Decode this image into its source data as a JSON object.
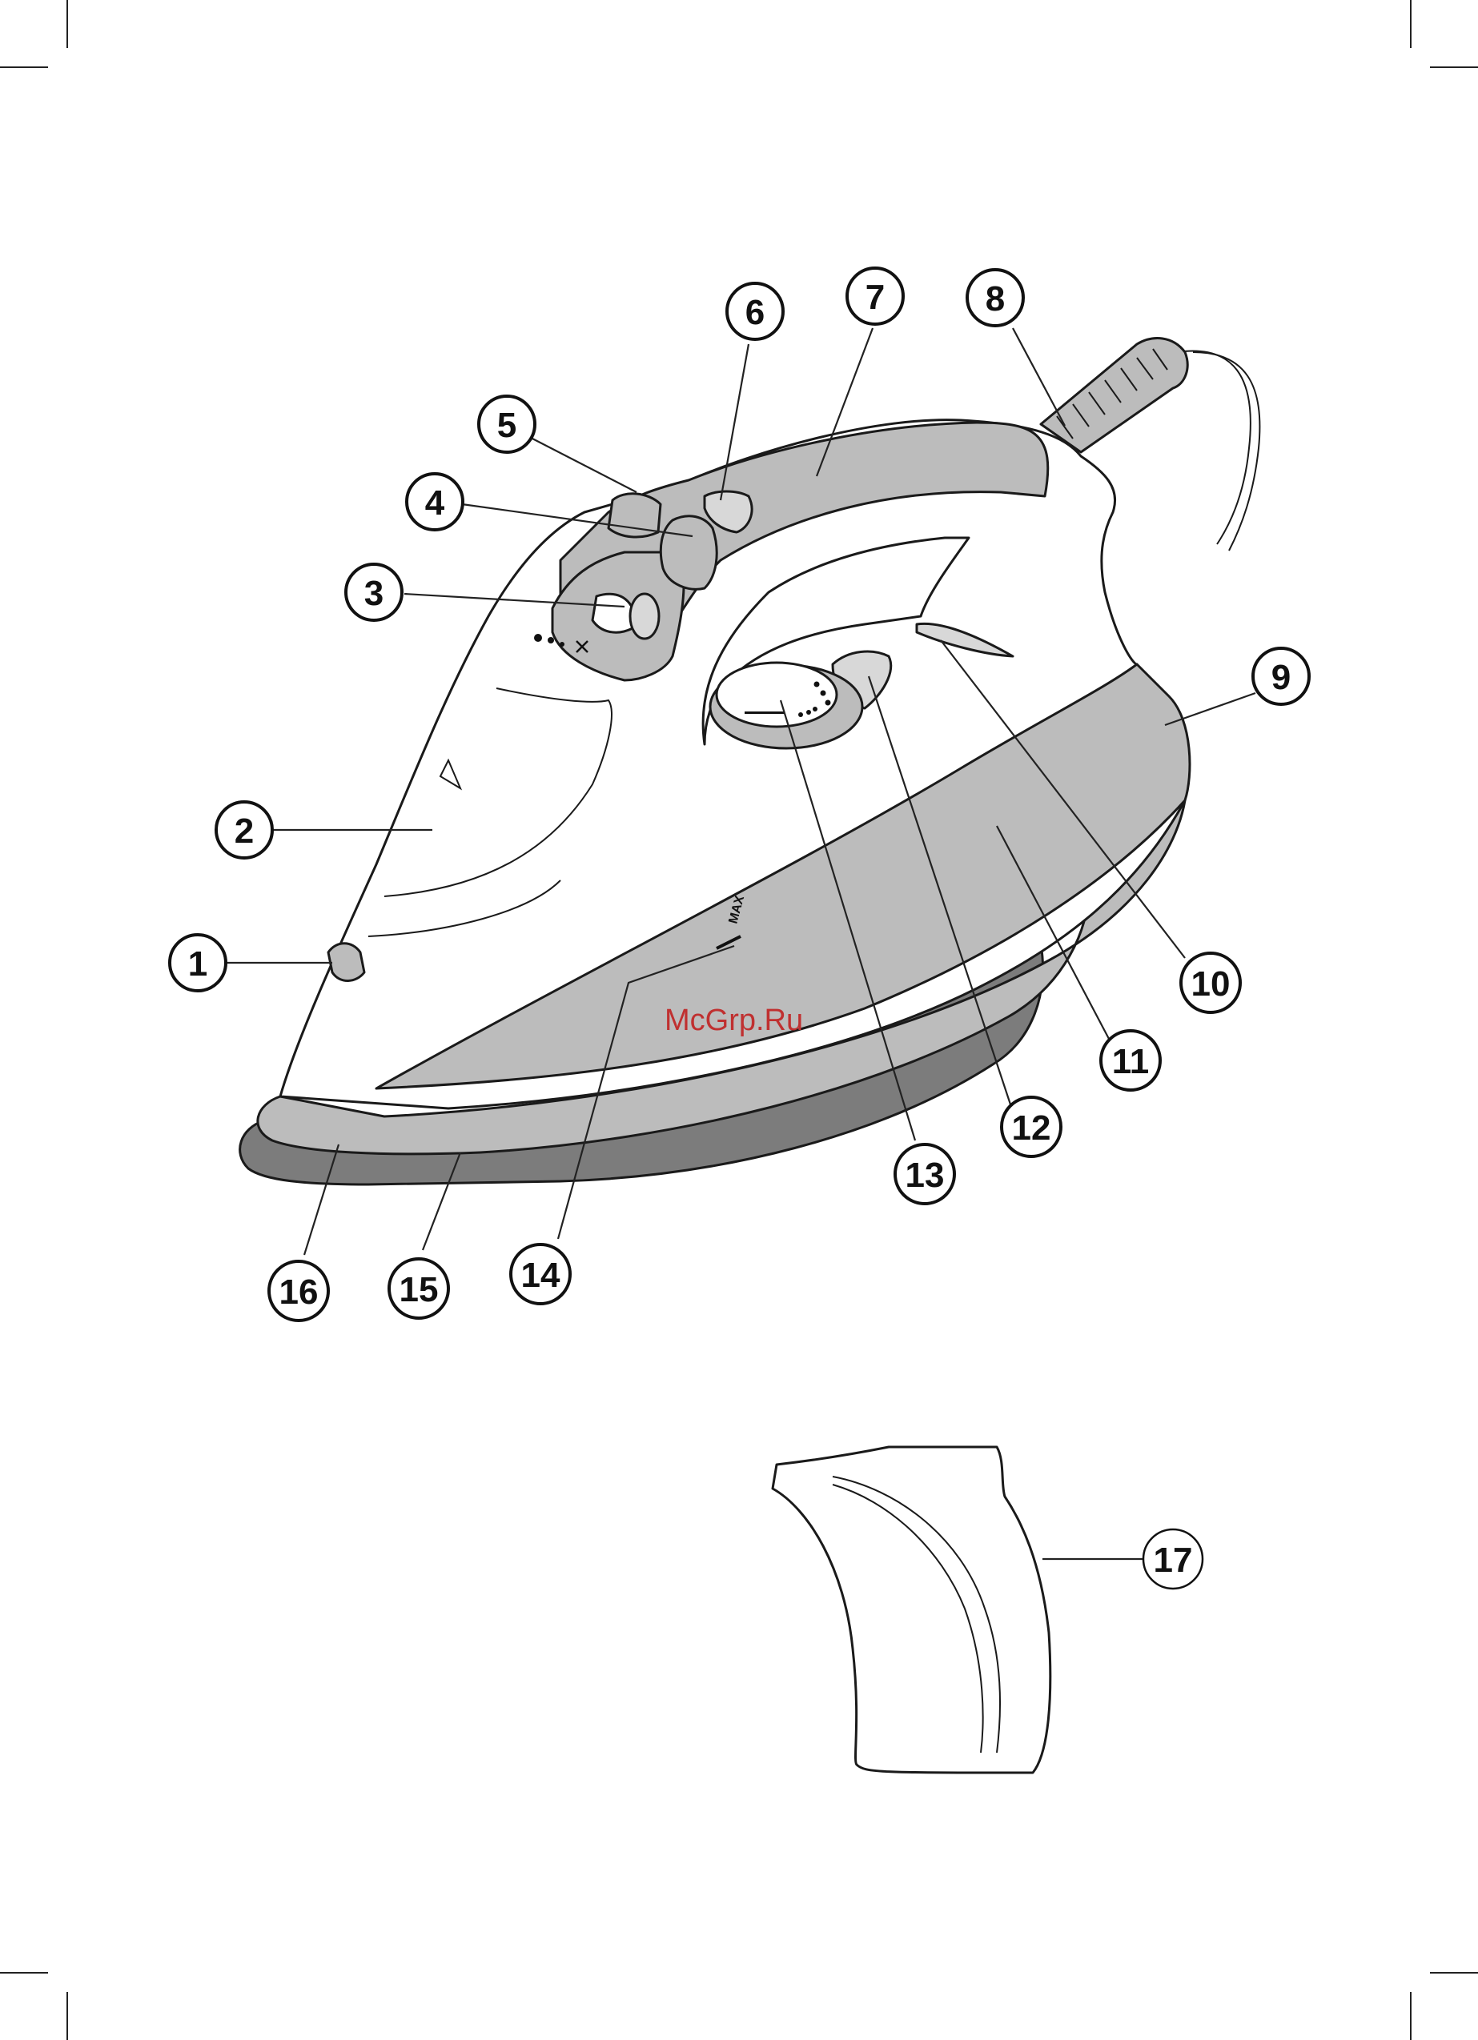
{
  "watermark": "McGrp.Ru",
  "max_mark": "MAX",
  "colors": {
    "body_light": "#ffffff",
    "shell_grey": "#bcbcbc",
    "accent_grey": "#d8d8d8",
    "soleplate_dark": "#7c7c7c",
    "outline": "#1a1a1a"
  },
  "callouts": [
    {
      "id": "1",
      "label": "1"
    },
    {
      "id": "2",
      "label": "2"
    },
    {
      "id": "3",
      "label": "3"
    },
    {
      "id": "4",
      "label": "4"
    },
    {
      "id": "5",
      "label": "5"
    },
    {
      "id": "6",
      "label": "6"
    },
    {
      "id": "7",
      "label": "7"
    },
    {
      "id": "8",
      "label": "8"
    },
    {
      "id": "9",
      "label": "9"
    },
    {
      "id": "10",
      "label": "10"
    },
    {
      "id": "11",
      "label": "11"
    },
    {
      "id": "12",
      "label": "12"
    },
    {
      "id": "13",
      "label": "13"
    },
    {
      "id": "14",
      "label": "14"
    },
    {
      "id": "15",
      "label": "15"
    },
    {
      "id": "16",
      "label": "16"
    },
    {
      "id": "17",
      "label": "17"
    }
  ]
}
